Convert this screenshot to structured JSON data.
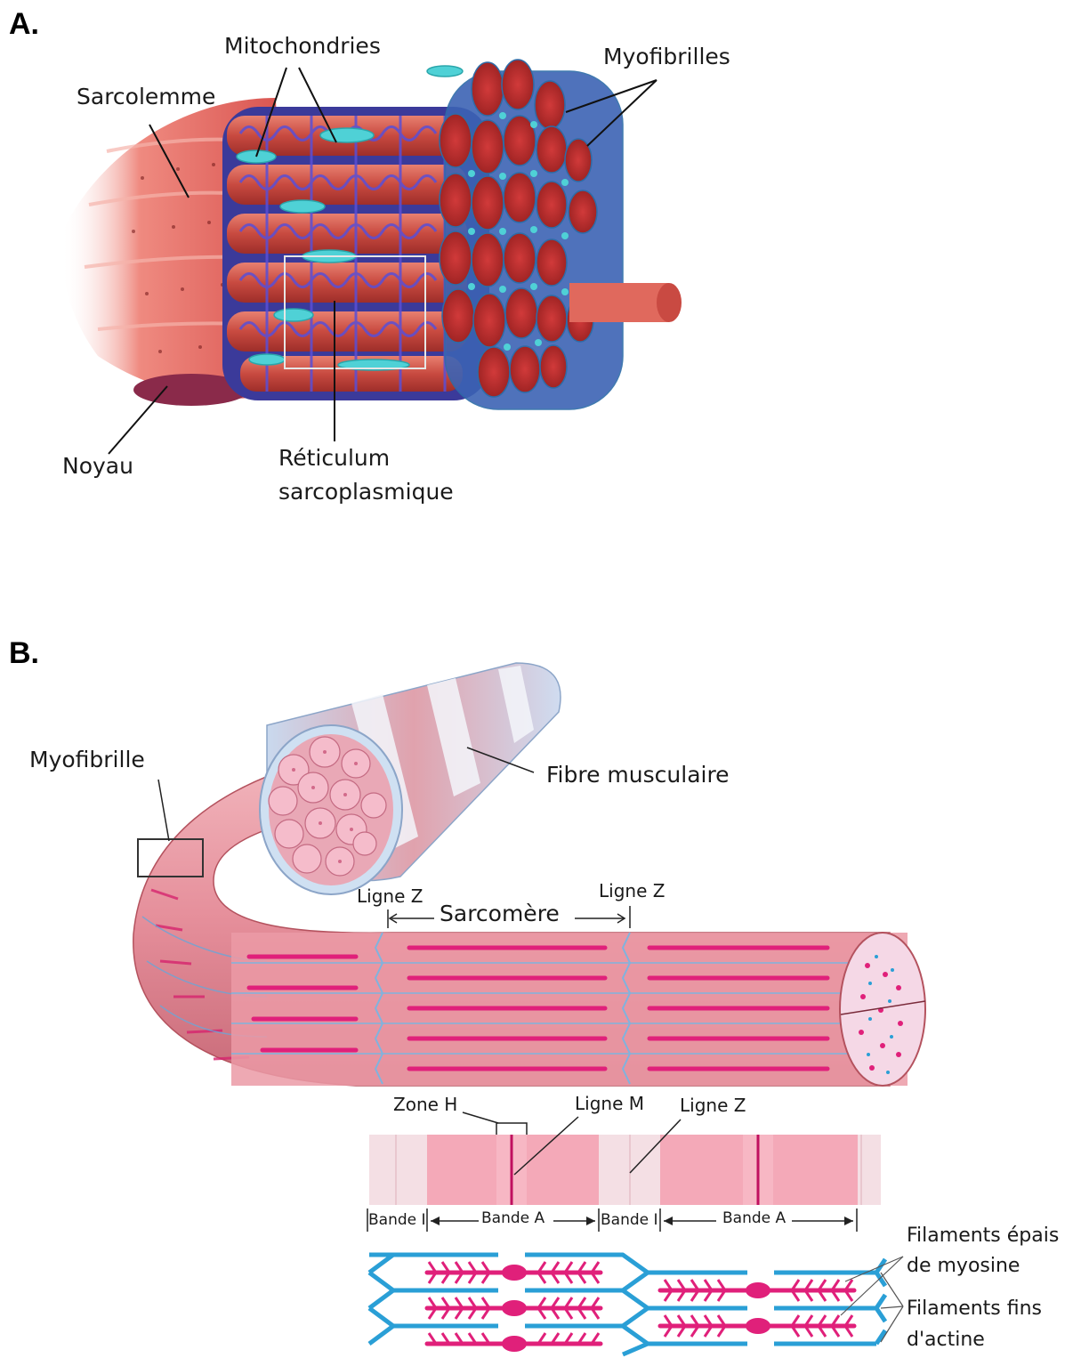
{
  "panel_a": {
    "letter": "A.",
    "labels": {
      "mitochondries": "Mitochondries",
      "myofibrilles": "Myofibrilles",
      "sarcolemme": "Sarcolemme",
      "noyau": "Noyau",
      "reticulum_line1": "Réticulum",
      "reticulum_line2": "sarcoplasmique"
    }
  },
  "panel_b": {
    "letter": "B.",
    "labels": {
      "myofibrille": "Myofibrille",
      "fibre_musculaire": "Fibre musculaire",
      "ligne_z_left": "Ligne Z",
      "ligne_z_right": "Ligne Z",
      "sarcomere": "Sarcomère",
      "zone_h": "Zone H",
      "ligne_m": "Ligne M",
      "ligne_z_bottom": "Ligne Z",
      "bande_i_1": "Bande I",
      "bande_a_1": "Bande A",
      "bande_i_2": "Bande I",
      "bande_a_2": "Bande A",
      "filaments_epais_line1": "Filaments épais",
      "filaments_epais_line2": "de myosine",
      "filaments_fins_line1": "Filaments fins",
      "filaments_fins_line2": "d'actine"
    }
  },
  "colors": {
    "muscle_red": "#d9534f",
    "muscle_dark": "#b8322f",
    "reticulum_blue": "#5a4fd6",
    "mitochondria_cyan": "#4fd1d6",
    "fibre_pink": "#e8a0a8",
    "myosin_magenta": "#e0207a",
    "actin_blue": "#2a9fd6",
    "band_pink": "#f4a9b8"
  }
}
